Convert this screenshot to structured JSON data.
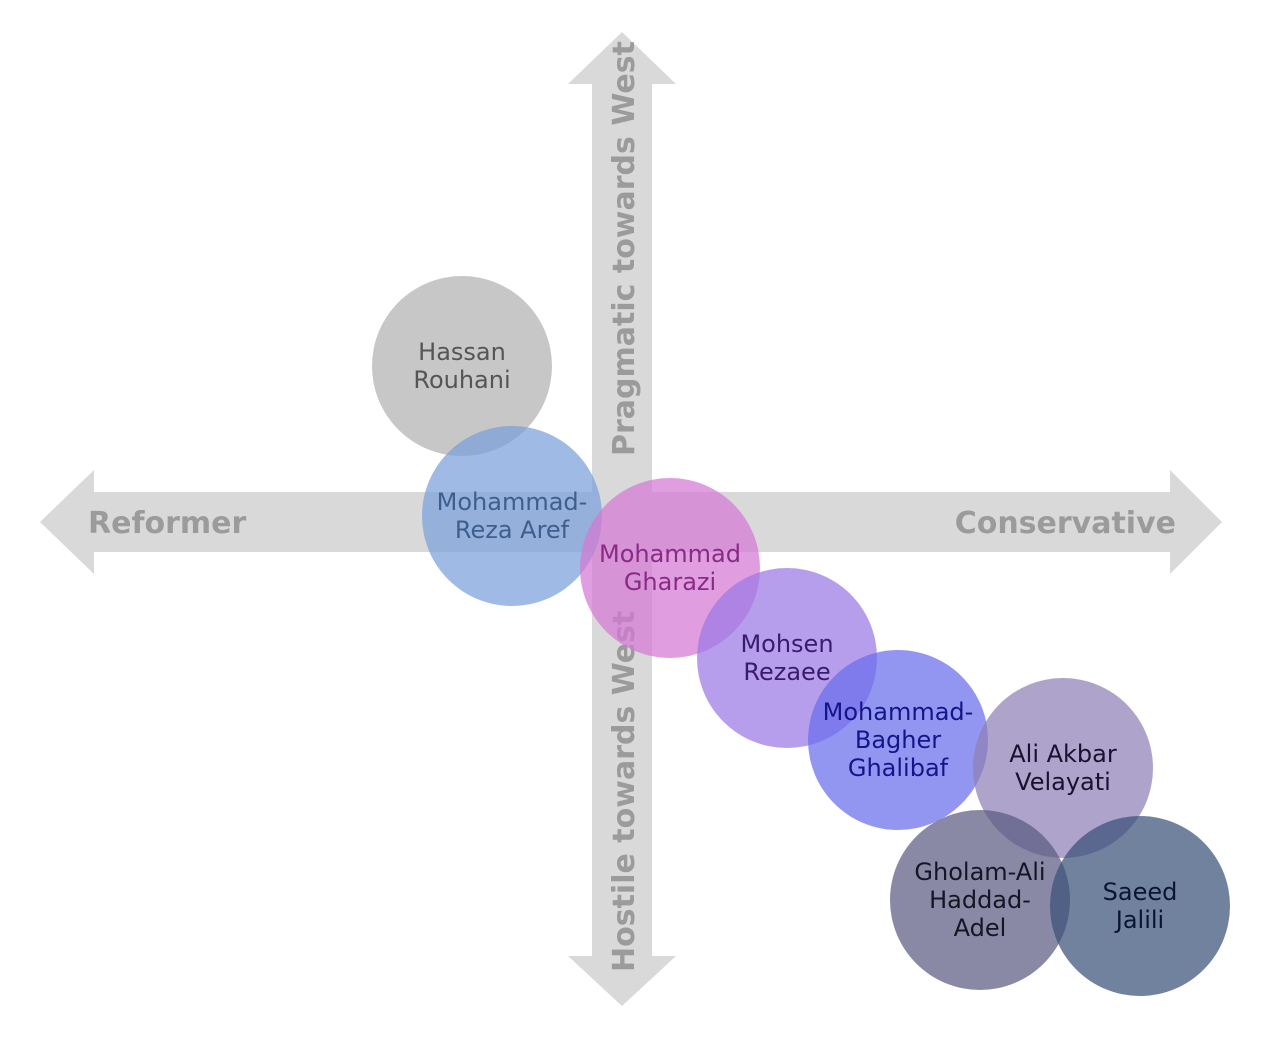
{
  "axes": {
    "left": "Reformer",
    "right": "Conservative",
    "top": "Pragmatic towards West",
    "bottom": "Hostile towards West",
    "color": "#d9d9d9"
  },
  "people": [
    {
      "lines": [
        "Hassan",
        "Rouhani"
      ],
      "fill": "#bdbdbd",
      "text": "#555555"
    },
    {
      "lines": [
        "Mohammad-",
        "Reza Aref"
      ],
      "fill": "#7aa0da",
      "text": "#3d5f8f"
    },
    {
      "lines": [
        "Mohammad",
        "Gharazi"
      ],
      "fill": "#d478d4",
      "text": "#8a2a86"
    },
    {
      "lines": [
        "Mohsen",
        "Rezaee"
      ],
      "fill": "#9a78e4",
      "text": "#3a1a6e"
    },
    {
      "lines": [
        "Mohammad-",
        "Bagher",
        "Ghalibaf"
      ],
      "fill": "#6a6eec",
      "text": "#15158a"
    },
    {
      "lines": [
        "Ali Akbar",
        "Velayati"
      ],
      "fill": "#8f7fb5",
      "text": "#1a1030"
    },
    {
      "lines": [
        "Gholam-Ali",
        "Haddad-",
        "Adel"
      ],
      "fill": "#5c5c84",
      "text": "#151525"
    },
    {
      "lines": [
        "Saeed",
        "Jalili"
      ],
      "fill": "#3a5278",
      "text": "#0a1530"
    }
  ]
}
